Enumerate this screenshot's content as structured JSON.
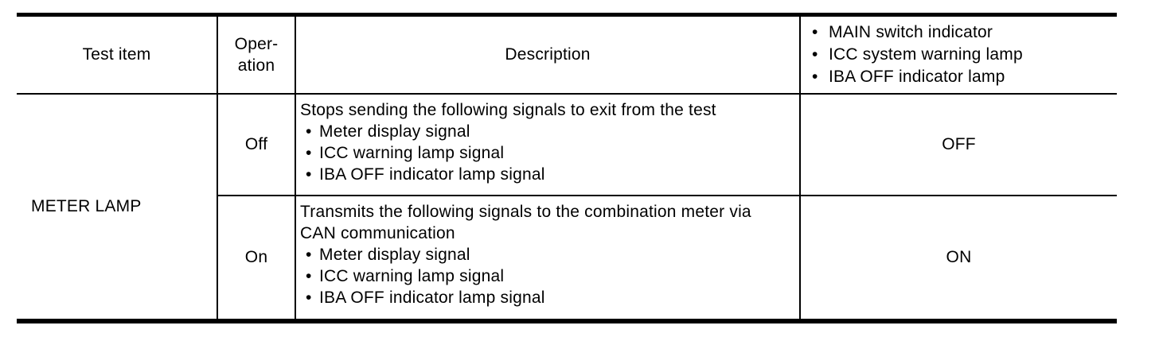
{
  "colors": {
    "background": "#ffffff",
    "text": "#000000",
    "border": "#000000"
  },
  "glyphs": {
    "bullet": "•"
  },
  "table": {
    "headers": {
      "test_item": "Test item",
      "operation_lines": [
        "Oper-",
        "ation"
      ],
      "description": "Description",
      "indicators": [
        "MAIN switch indicator",
        "ICC system warning lamp",
        "IBA OFF indicator lamp"
      ]
    },
    "test_item": "METER LAMP",
    "rows": [
      {
        "operation": "Off",
        "description": {
          "lines": [
            "Stops sending the following signals to exit from the test"
          ],
          "bullets": [
            "Meter display signal",
            "ICC warning lamp signal",
            "IBA OFF indicator lamp signal"
          ]
        },
        "result": "OFF"
      },
      {
        "operation": "On",
        "description": {
          "lines": [
            "Transmits the following signals to the combination meter via",
            "CAN communication"
          ],
          "bullets": [
            "Meter display signal",
            "ICC warning lamp signal",
            "IBA OFF indicator lamp signal"
          ]
        },
        "result": "ON"
      }
    ]
  }
}
